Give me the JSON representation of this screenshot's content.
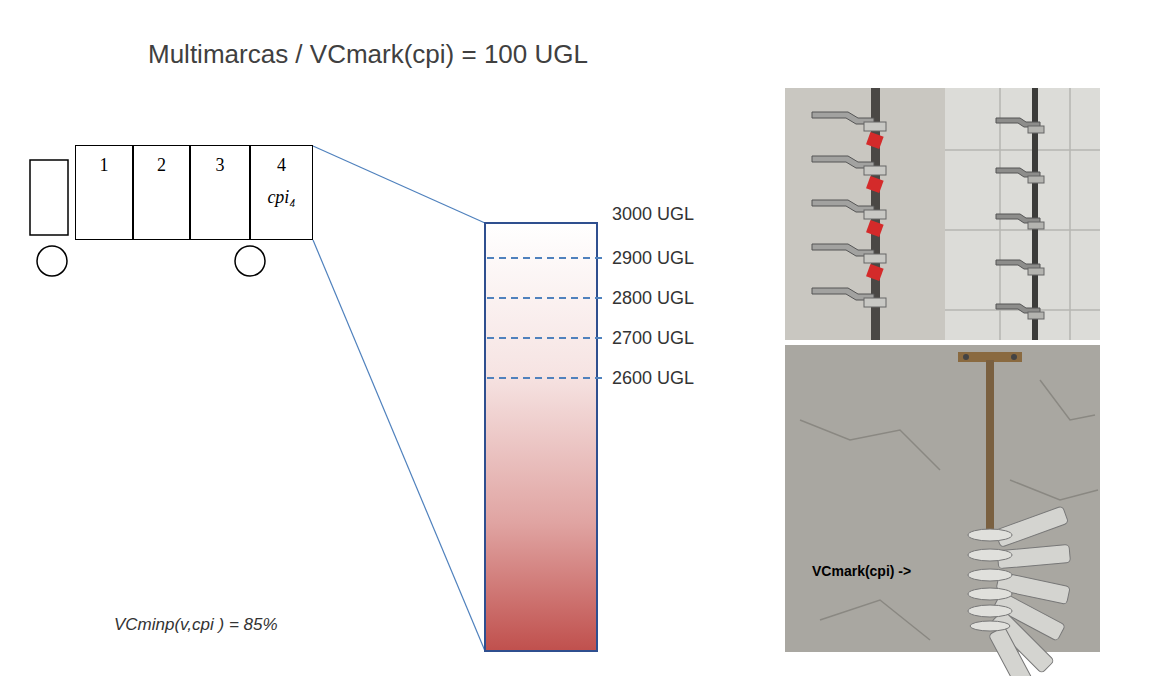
{
  "diagram": {
    "title": "Multimarcas / VCmark(cpi) = 100 UGL",
    "nodes": [
      {
        "text": [
          "1"
        ]
      },
      {
        "text": [
          "2"
        ]
      },
      {
        "text": [
          "3"
        ]
      },
      {
        "text": [
          "4",
          "cpi₄"
        ]
      }
    ],
    "labels": [
      "3000 UGL",
      "2900 UGL",
      "2800 UGL",
      "2700 UGL",
      "2600 UGL",
      "VCminp(v,cpi ) = 85%",
      "VCmark(cpi) ->"
    ]
  }
}
